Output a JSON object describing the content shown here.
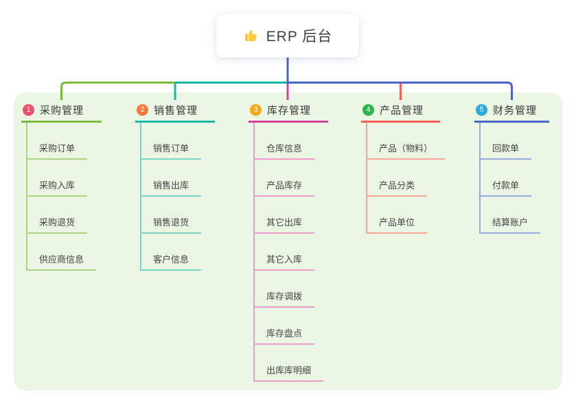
{
  "root": {
    "title": "ERP 后台",
    "icon": "thumbs-up"
  },
  "branches": [
    {
      "number": "1",
      "label": "采购管理",
      "badge_color": "#F1506C",
      "line_color": "#7CB93F",
      "sub_line_color": "#ABD383",
      "items": [
        "采购订单",
        "采购入库",
        "采购退货",
        "供应商信息"
      ]
    },
    {
      "number": "2",
      "label": "销售管理",
      "badge_color": "#F5793B",
      "line_color": "#16B7A3",
      "sub_line_color": "#7BD2C6",
      "items": [
        "销售订单",
        "销售出库",
        "销售退货",
        "客户信息"
      ]
    },
    {
      "number": "3",
      "label": "库存管理",
      "badge_color": "#F8A819",
      "line_color": "#D6409C",
      "sub_line_color": "#EB9CCB",
      "items": [
        "仓库信息",
        "产品库存",
        "其它出库",
        "其它入库",
        "库存调拨",
        "库存盘点",
        "出库库明细"
      ]
    },
    {
      "number": "4",
      "label": "产品管理",
      "badge_color": "#2DB44D",
      "line_color": "#F95D55",
      "sub_line_color": "#FAA49E",
      "items": [
        "产品（物料）",
        "产品分类",
        "产品单位"
      ]
    },
    {
      "number": "5",
      "label": "财务管理",
      "badge_color": "#2EA9DF",
      "line_color": "#4A63C8",
      "sub_line_color": "#9AA8E0",
      "items": [
        "回款单",
        "付款单",
        "结算账户"
      ]
    }
  ],
  "colors": {
    "trunk": "#4A63C8",
    "panel_bg": "#EAF6E3",
    "canvas_bg": "#FFFFFF"
  }
}
